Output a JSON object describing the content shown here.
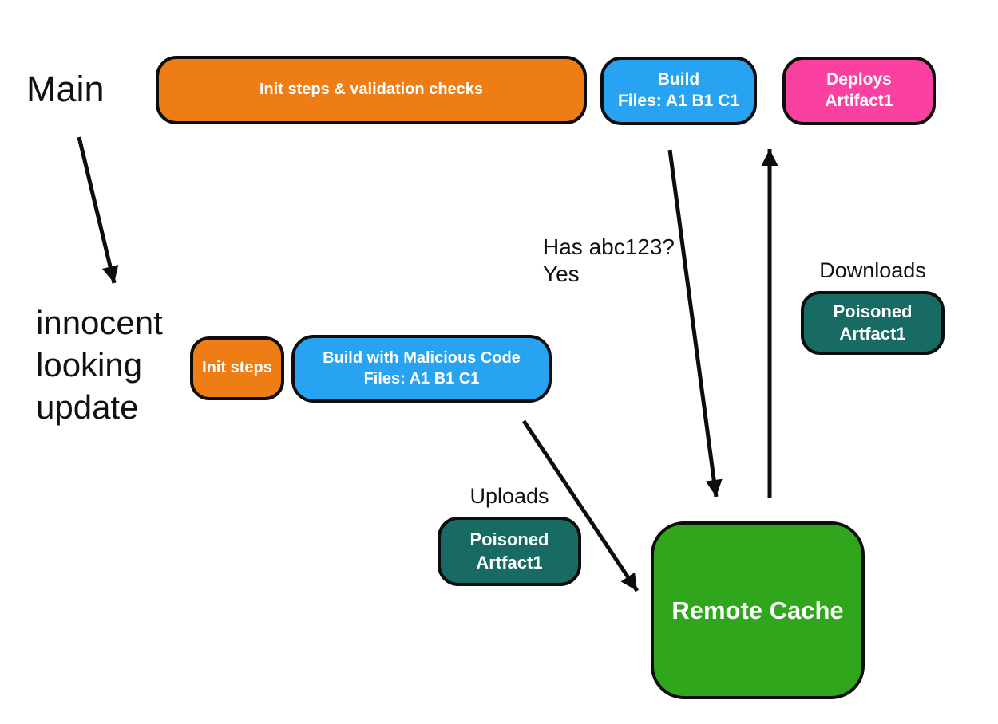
{
  "colors": {
    "orange": "#ED7D14",
    "blue": "#27A3F1",
    "pink": "#FA41A1",
    "teal": "#186B63",
    "green": "#2FA61B",
    "outline": "#0D0D0D",
    "ink": "#111111",
    "boxtext": "#FFFFFF"
  },
  "labels": {
    "main": "Main",
    "innocent_update": "innocent\nlooking\nupdate",
    "has_hash": "Has abc123?\nYes",
    "downloads": "Downloads",
    "uploads": "Uploads"
  },
  "nodes": {
    "init_validation": {
      "line1": "Init steps & validation checks"
    },
    "build": {
      "line1": "Build",
      "line2": "Files: A1 B1 C1"
    },
    "deploys": {
      "line1": "Deploys",
      "line2": "Artifact1"
    },
    "init_steps": {
      "line1": "Init steps"
    },
    "build_malicious": {
      "line1": "Build with Malicious Code",
      "line2": "Files: A1 B1 C1"
    },
    "poisoned_download": {
      "line1": "Poisoned",
      "line2": "Artfact1"
    },
    "poisoned_upload": {
      "line1": "Poisoned",
      "line2": "Artfact1"
    },
    "remote_cache": {
      "line1": "Remote Cache"
    }
  }
}
